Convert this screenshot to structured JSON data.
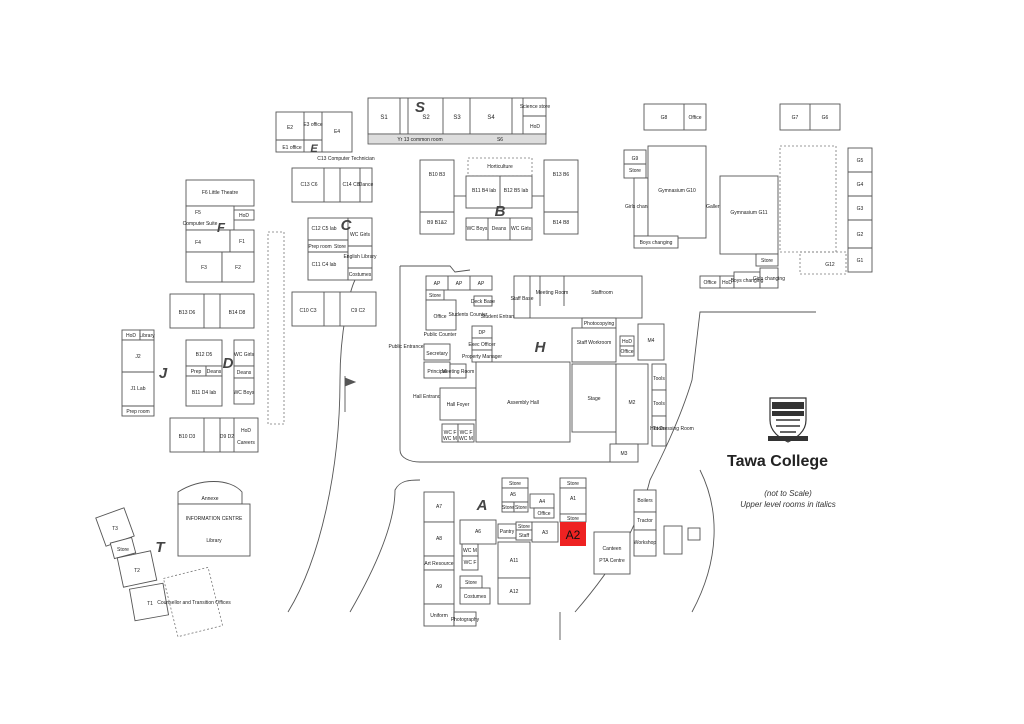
{
  "college_name": "Tawa College",
  "notes": {
    "scale": "(not to Scale)",
    "italics": "Upper level rooms in italics"
  },
  "highlight": {
    "label": "A2",
    "color": "#ee2222"
  },
  "block_letters": [
    "S",
    "E",
    "F",
    "C",
    "B",
    "H",
    "D",
    "J",
    "A",
    "T"
  ],
  "rooms": {
    "s": [
      "S1",
      "S2",
      "S3",
      "S4",
      "Science store",
      "HoD",
      "Yr 13 common room",
      "S6"
    ],
    "e": [
      "E2",
      "E3 office",
      "E4",
      "E1 office"
    ],
    "g": [
      "G8",
      "Office",
      "G7",
      "G6",
      "G9",
      "Store",
      "Girls changing",
      "Gymnasium G10",
      "Gallery",
      "Gymnasium G11",
      "Boys changing",
      "Store",
      "G12",
      "G5",
      "G4",
      "G3",
      "G2",
      "G1",
      "Office",
      "HoD",
      "Boys changing",
      "Girls changing"
    ],
    "c": [
      "C13 Computer Technician",
      "C13 C6",
      "C14 C8",
      "Dance",
      "C12 C5 lab",
      "Prep room",
      "Store",
      "C11 C4 lab",
      "WC Girls",
      "English Library",
      "Costumes",
      "C10 C3",
      "C9 C2"
    ],
    "b": [
      "Horticulture",
      "B10 B3",
      "B11 B4 lab",
      "B12 B5 lab",
      "B13 B6",
      "B9 B1&2",
      "WC Boys",
      "Deans",
      "WC Girls",
      "B14 B8"
    ],
    "f": [
      "F6 Little Theatre",
      "F5",
      "HoD",
      "Computer Suite",
      "F4",
      "F1",
      "F3",
      "F2"
    ],
    "h": [
      "AP",
      "AP",
      "AP",
      "Store",
      "Deck Base",
      "Office",
      "Students Counter",
      "Public Counter",
      "Student Entrance",
      "Public Entrance",
      "Secretary",
      "DP",
      "Exec Officer",
      "Property Manager",
      "Principal",
      "Meeting Room",
      "Hall Entrance",
      "Hall Foyer",
      "Assembly Hall",
      "WC F",
      "WC M",
      "WC F",
      "WC M",
      "Staff Base",
      "Meeting Room",
      "Staffroom",
      "Photocopying",
      "Staff Workroom",
      "HoD",
      "Office",
      "M4",
      "Stage",
      "M2",
      "Tools",
      "Tools",
      "Tools",
      "Hot Dressing Room",
      "M3"
    ],
    "d": [
      "B13 D6",
      "B14 D8",
      "B12 D5",
      "Prep",
      "Deans",
      "WC Girls",
      "B11 D4 lab",
      "Deans",
      "WC Boys",
      "B10 D3",
      "D9 D2",
      "HoD",
      "Careers"
    ],
    "j": [
      "HoD",
      "Library",
      "J2",
      "J1 Lab",
      "Prep room"
    ],
    "a": [
      "A7",
      "A8",
      "Art Resource",
      "A9",
      "Uniform",
      "Photography",
      "A6",
      "WC M",
      "WC F",
      "Store",
      "Costumes",
      "Store",
      "A5",
      "Store",
      "Store",
      "A4",
      "Office",
      "Store",
      "Staff",
      "A3",
      "Store",
      "A1",
      "Store",
      "Pantry",
      "A11",
      "A12"
    ],
    "other": [
      "Annexe",
      "INFORMATION CENTRE",
      "Library",
      "Canteen",
      "PTA Centre",
      "Boilers",
      "Tractor",
      "Workshop",
      "T3",
      "Store",
      "T2",
      "T1",
      "Counsellor and Transition Offices"
    ]
  }
}
